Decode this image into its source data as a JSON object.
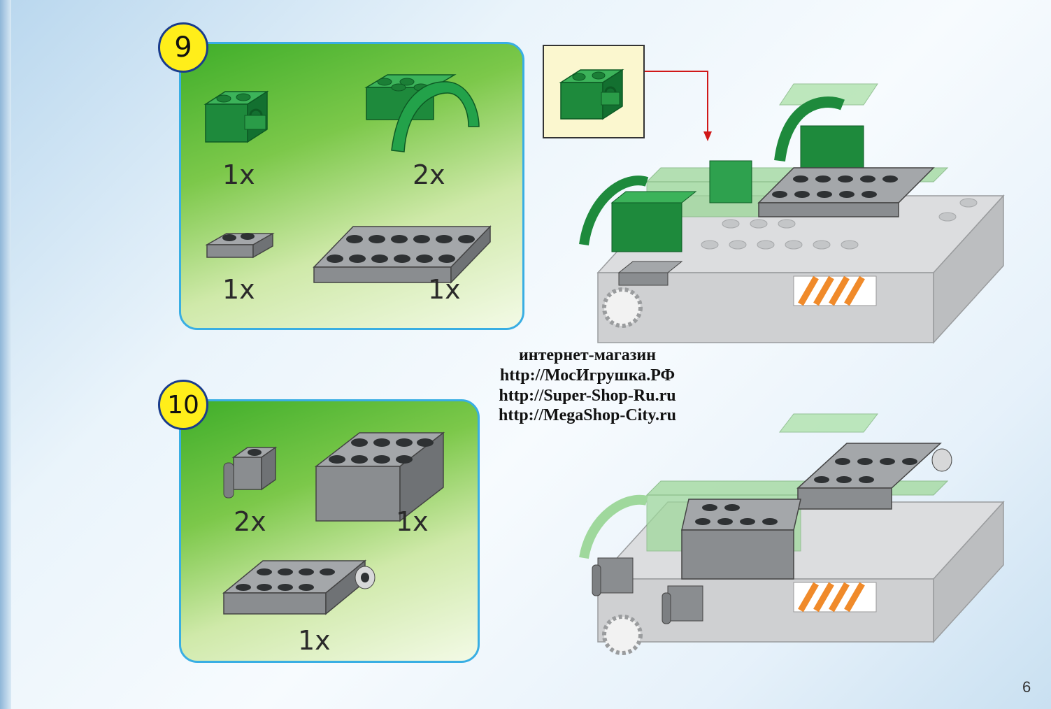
{
  "step9": {
    "number": "9",
    "parts": [
      {
        "qty": "1x",
        "part": "green 1x2 brick with clip"
      },
      {
        "qty": "2x",
        "part": "green wheel arch"
      },
      {
        "qty": "1x",
        "part": "dark gray 1x2 plate"
      },
      {
        "qty": "1x",
        "part": "dark gray 2x6 plate"
      }
    ]
  },
  "step10": {
    "number": "10",
    "parts": [
      {
        "qty": "2x",
        "part": "gray 1x1 brick with clip"
      },
      {
        "qty": "1x",
        "part": "dark gray 2x4 brick"
      },
      {
        "qty": "1x",
        "part": "dark gray 2x4 plate with hinge"
      }
    ]
  },
  "shop_info": {
    "line1": "интернет-магазин",
    "line2": "http://МосИгрушка.РФ",
    "line3": "http://Super-Shop-Ru.ru",
    "line4": "http://MegaShop-City.ru"
  },
  "page_number": "6",
  "colors": {
    "green": "#1e8a3c",
    "dark_gray": "#8a8d90",
    "light_gray": "#d8d9da",
    "badge_yellow": "#ffee1a",
    "panel_border": "#39aee3",
    "arrow_red": "#d01818"
  }
}
